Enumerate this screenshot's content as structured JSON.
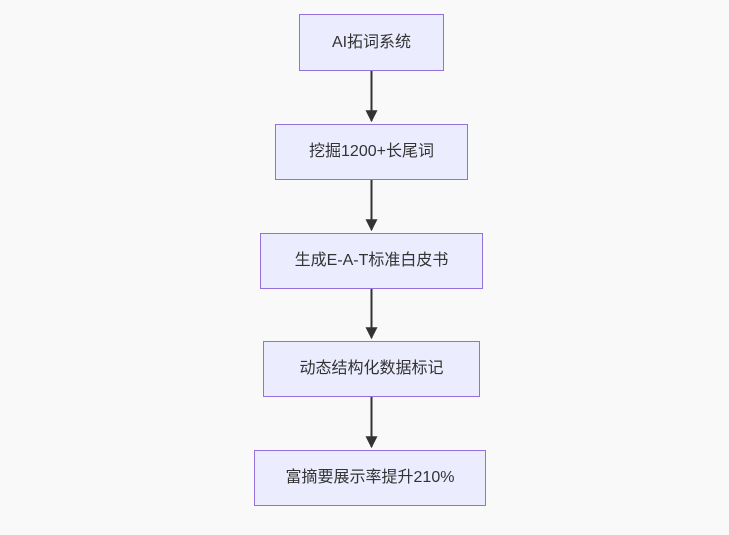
{
  "diagram": {
    "type": "flowchart",
    "direction": "top-down",
    "nodes": [
      {
        "id": "ai-keyword-system",
        "label": "AI拓词系统"
      },
      {
        "id": "longtail-mining",
        "label": "挖掘1200+长尾词"
      },
      {
        "id": "eat-whitepaper",
        "label": "生成E-A-T标准白皮书"
      },
      {
        "id": "structured-data-markup",
        "label": "动态结构化数据标记"
      },
      {
        "id": "rich-snippet-uplift",
        "label": "富摘要展示率提升210%"
      }
    ],
    "edges": [
      {
        "from": "ai-keyword-system",
        "to": "longtail-mining"
      },
      {
        "from": "longtail-mining",
        "to": "eat-whitepaper"
      },
      {
        "from": "eat-whitepaper",
        "to": "structured-data-markup"
      },
      {
        "from": "structured-data-markup",
        "to": "rich-snippet-uplift"
      }
    ],
    "colors": {
      "background": "#f9f9f9",
      "node_fill": "#ECECFF",
      "node_border": "#9370DB",
      "arrow": "#333333",
      "text": "#333333"
    }
  }
}
